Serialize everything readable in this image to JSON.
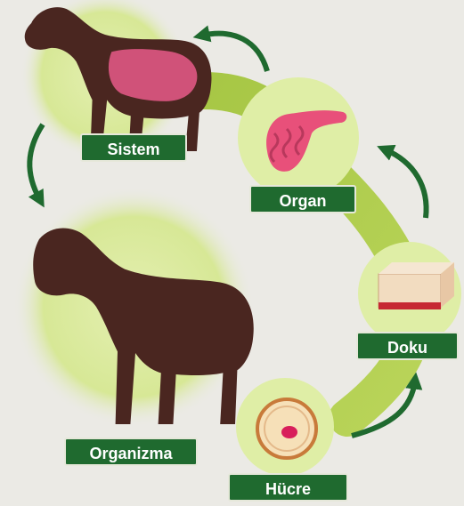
{
  "title": "",
  "stages": [
    {
      "id": "hucre",
      "label": "Hücre",
      "icon": "cell-icon"
    },
    {
      "id": "doku",
      "label": "Doku",
      "icon": "tissue-icon"
    },
    {
      "id": "organ",
      "label": "Organ",
      "icon": "intestine-icon"
    },
    {
      "id": "sistem",
      "label": "Sistem",
      "icon": "horse-digestive-system-icon"
    },
    {
      "id": "organizma",
      "label": "Organizma",
      "icon": "horse-icon"
    }
  ],
  "flow_order": [
    "hucre",
    "doku",
    "organ",
    "sistem",
    "organizma"
  ],
  "colors": {
    "background": "#ebeae5",
    "label_bg": "#1f6a2f",
    "label_text": "#ffffff",
    "arrow": "#1f6a2f",
    "band": "#a8c93a",
    "halo": "#d9e89a",
    "horse": "#4a2620",
    "system_overlay": "#e85a8a"
  }
}
